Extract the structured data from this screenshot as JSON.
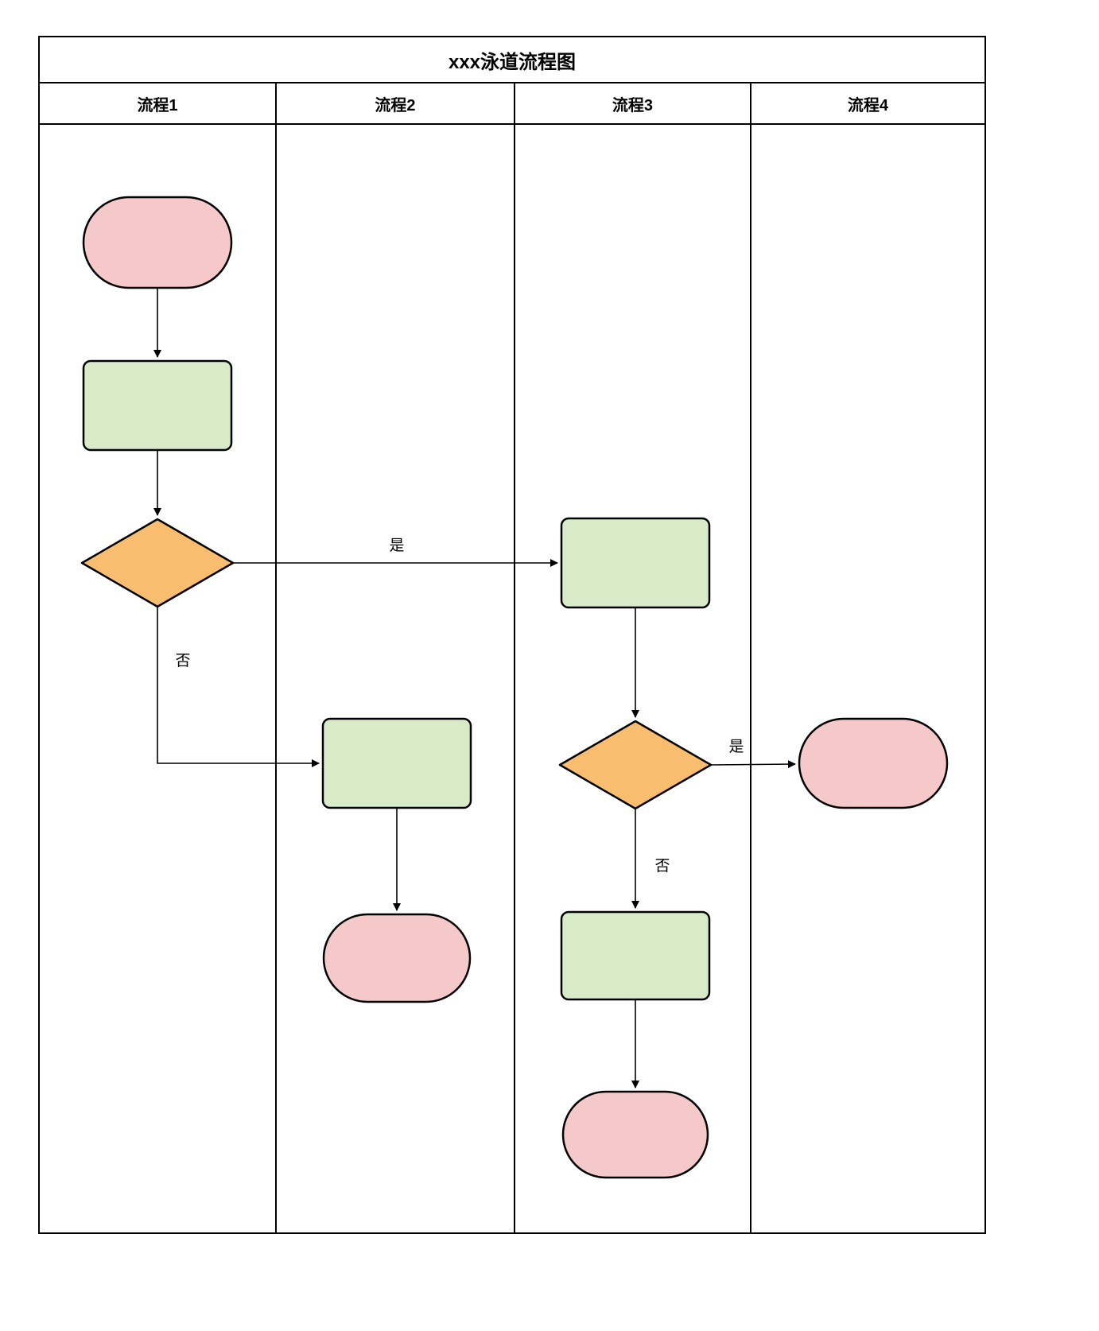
{
  "title": "xxx泳道流程图",
  "lanes": [
    {
      "label": "流程1"
    },
    {
      "label": "流程2"
    },
    {
      "label": "流程3"
    },
    {
      "label": "流程4"
    }
  ],
  "edge_labels": {
    "decision1_yes": "是",
    "decision1_no": "否",
    "decision2_yes": "是",
    "decision2_no": "否"
  },
  "colors": {
    "terminal_fill": "#f5c8ca",
    "process_fill": "#d9eac8",
    "decision_fill": "#f9bd6f",
    "stroke": "#000000"
  },
  "nodes": [
    {
      "id": "start",
      "type": "terminal",
      "lane": "流程1"
    },
    {
      "id": "process-1",
      "type": "process",
      "lane": "流程1"
    },
    {
      "id": "decision-1",
      "type": "decision",
      "lane": "流程1"
    },
    {
      "id": "process-2",
      "type": "process",
      "lane": "流程2"
    },
    {
      "id": "end-2",
      "type": "terminal",
      "lane": "流程2"
    },
    {
      "id": "process-3a",
      "type": "process",
      "lane": "流程3"
    },
    {
      "id": "decision-2",
      "type": "decision",
      "lane": "流程3"
    },
    {
      "id": "process-3b",
      "type": "process",
      "lane": "流程3"
    },
    {
      "id": "end-3",
      "type": "terminal",
      "lane": "流程3"
    },
    {
      "id": "end-4",
      "type": "terminal",
      "lane": "流程4"
    }
  ]
}
